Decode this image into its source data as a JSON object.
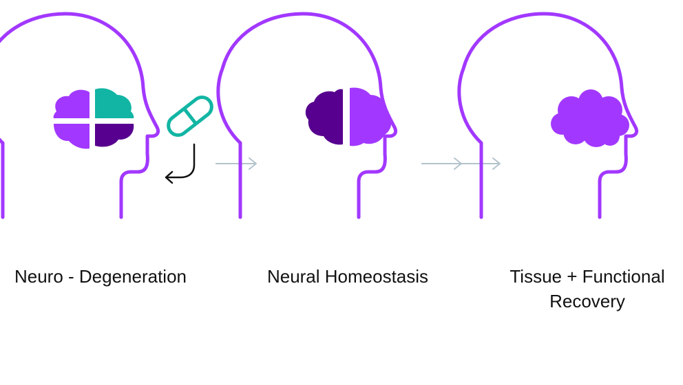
{
  "colors": {
    "purple": "#A238FF",
    "dark_purple": "#57008F",
    "teal": "#12B5A3",
    "arrow_gray": "#B3C3CC",
    "text": "#111111"
  },
  "stages": [
    {
      "label": "Neuro - Degeneration",
      "icons": [
        "head-outline-icon",
        "quartered-brain-icon",
        "capsule-icon",
        "curved-arrow-icon"
      ]
    },
    {
      "label": "Neural Homeostasis",
      "icons": [
        "head-outline-icon",
        "half-brain-icon"
      ]
    },
    {
      "label_lines": [
        "Tissue  + Functional",
        "Recovery"
      ],
      "icons": [
        "head-outline-icon",
        "whole-brain-icon"
      ]
    }
  ],
  "connectors": [
    {
      "from": 1,
      "to": 2,
      "icon": "single-arrow-icon"
    },
    {
      "from": 2,
      "to": 3,
      "icon": "double-arrow-icon"
    }
  ]
}
